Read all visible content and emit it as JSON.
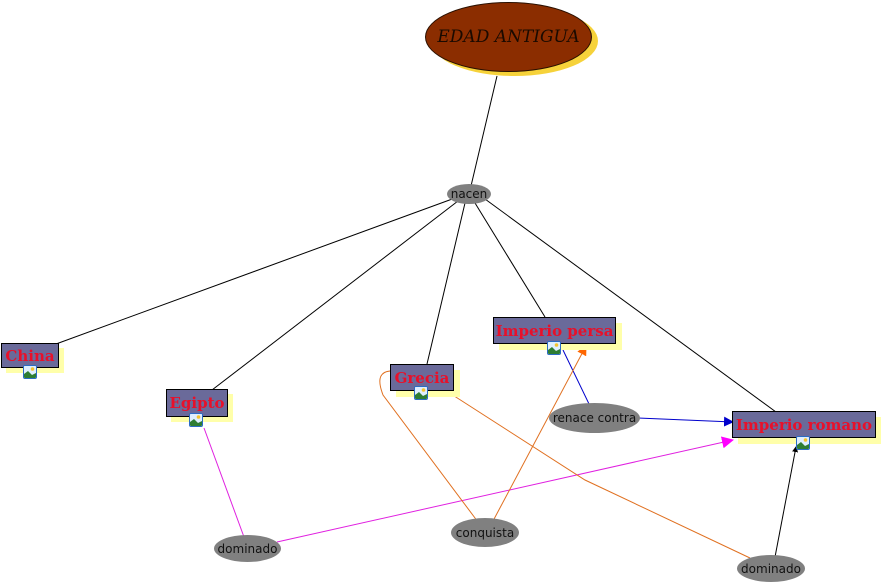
{
  "map": {
    "root": {
      "label": "EDAD ANTIGUA",
      "fill": "#8b2d00",
      "shadow": "#f6d23a"
    },
    "concepts": [
      {
        "id": "china",
        "label": "China"
      },
      {
        "id": "egipto",
        "label": "Egipto"
      },
      {
        "id": "grecia",
        "label": "Grecia"
      },
      {
        "id": "persa",
        "label": "Imperio persa"
      },
      {
        "id": "romano",
        "label": "Imperio romano"
      }
    ],
    "linking_phrases": [
      {
        "id": "nacen",
        "label": "nacen"
      },
      {
        "id": "renace",
        "label": "renace contra"
      },
      {
        "id": "dominado1",
        "label": "dominado"
      },
      {
        "id": "conquista",
        "label": "conquista"
      },
      {
        "id": "dominado2",
        "label": "dominado"
      }
    ],
    "connections": [
      {
        "from": "root",
        "to": "nacen",
        "color": "#000000",
        "arrow": false
      },
      {
        "from": "nacen",
        "to": "china",
        "color": "#000000",
        "arrow": false
      },
      {
        "from": "nacen",
        "to": "egipto",
        "color": "#000000",
        "arrow": false
      },
      {
        "from": "nacen",
        "to": "grecia",
        "color": "#000000",
        "arrow": false
      },
      {
        "from": "nacen",
        "to": "persa",
        "color": "#000000",
        "arrow": false
      },
      {
        "from": "nacen",
        "to": "romano",
        "color": "#000000",
        "arrow": false
      },
      {
        "from": "persa",
        "to": "renace",
        "color": "#0000cc",
        "arrow": false
      },
      {
        "from": "renace",
        "to": "romano",
        "color": "#0000cc",
        "arrow": true
      },
      {
        "from": "egipto",
        "to": "dominado1",
        "color": "#e020e0",
        "arrow": false
      },
      {
        "from": "dominado1",
        "to": "romano",
        "color": "#e020e0",
        "arrow": true
      },
      {
        "from": "grecia",
        "to": "conquista",
        "color": "#e07020",
        "arrow": false
      },
      {
        "from": "conquista",
        "to": "persa",
        "color": "#e07020",
        "arrow": true
      },
      {
        "from": "grecia",
        "to": "dominado2",
        "color": "#e07020",
        "arrow": false
      },
      {
        "from": "dominado2",
        "to": "romano",
        "color": "#000000",
        "arrow": true
      }
    ],
    "colors": {
      "concept_fill": "#6a6a9a",
      "concept_text": "#e8102a",
      "concept_shadow": "#ffffaa",
      "linking_fill": "#808080"
    }
  }
}
